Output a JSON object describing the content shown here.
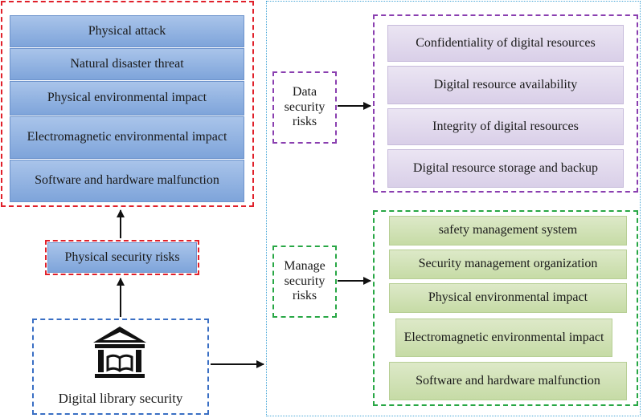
{
  "physical_threats": [
    "Physical attack",
    "Natural disaster threat",
    "Physical environmental impact",
    "Electromagnetic environmental impact",
    "Software and hardware malfunction"
  ],
  "physical_security_risks": "Physical security risks",
  "library_label": "Digital library security",
  "data_security_risks": "Data security risks",
  "data_items": [
    "Confidentiality of digital resources",
    "Digital resource availability",
    "Integrity of digital resources",
    "Digital resource storage and backup"
  ],
  "manage_security_risks": "Manage security risks",
  "manage_items": [
    "safety management system",
    "Security management organization",
    "Physical environmental impact",
    "Electromagnetic environmental impact",
    "Software and hardware malfunction"
  ],
  "colors": {
    "red_frame": "#e0202a",
    "blue_frame": "#3a6fc4",
    "purple_frame": "#8a3fb0",
    "green_frame": "#28a745",
    "cyan_frame": "#4aa8d8"
  },
  "icons": {
    "library": "library-building-icon"
  }
}
